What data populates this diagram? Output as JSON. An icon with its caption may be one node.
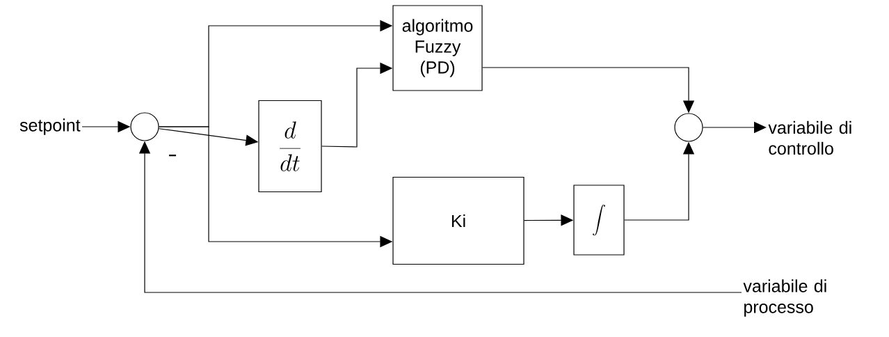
{
  "diagram": {
    "nodes": [
      {
        "text": [
          "setpoint"
        ]
      },
      {
        "text": [],
        "shape": "circle"
      },
      {
        "text": [
          "algoritmo Fuzzy (PD)"
        ]
      },
      {
        "text": [
          "\\frac{d}{dt}"
        ]
      },
      {
        "text": [
          "Ki"
        ]
      },
      {
        "text": [
          "\\int"
        ]
      },
      {
        "text": [],
        "shape": "circle"
      },
      {
        "text": [
          "variabile di controllo"
        ]
      },
      {
        "text": [
          "variabile di processo"
        ]
      }
    ],
    "edges": [
      {
        "from": 0,
        "to": 1,
        "arrow": "to"
      },
      {
        "from": 1,
        "to": 3,
        "arrow": "to"
      },
      {
        "from": 1,
        "to": 2,
        "arrow": "to"
      },
      {
        "from": 1,
        "to": 4,
        "arrow": "to"
      },
      {
        "from": 3,
        "to": 2,
        "arrow": "to"
      },
      {
        "from": 2,
        "to": 6,
        "arrow": "to"
      },
      {
        "from": 4,
        "to": 5,
        "arrow": "to"
      },
      {
        "from": 5,
        "to": 6,
        "arrow": "to"
      },
      {
        "from": 6,
        "to": 7,
        "arrow": "to"
      },
      {
        "from": 8,
        "to": 1,
        "arrow": "to"
      }
    ],
    "labels": [
      "−"
    ]
  }
}
